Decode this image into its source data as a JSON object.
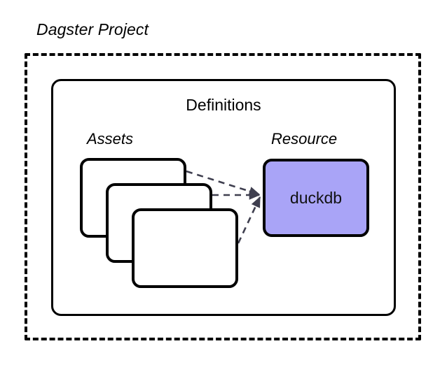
{
  "diagram": {
    "title": "Dagster Project",
    "container": {
      "label": "Definitions"
    },
    "sections": [
      {
        "id": "assets",
        "label": "Assets"
      },
      {
        "id": "resource",
        "label": "Resource"
      }
    ],
    "assets": [
      {
        "label": ""
      },
      {
        "label": ""
      },
      {
        "label": ""
      }
    ],
    "resource": {
      "label": "duckdb",
      "fill_color": "#a9a4f7",
      "border_color": "#000000"
    },
    "connectors": {
      "style": "dashed",
      "color": "#3f3f4f",
      "arrow_target": "duckdb",
      "count": 3
    },
    "colors": {
      "background": "#ffffff",
      "stroke": "#000000",
      "resource_fill": "#a9a4f7",
      "connector": "#3f3f4f"
    }
  }
}
